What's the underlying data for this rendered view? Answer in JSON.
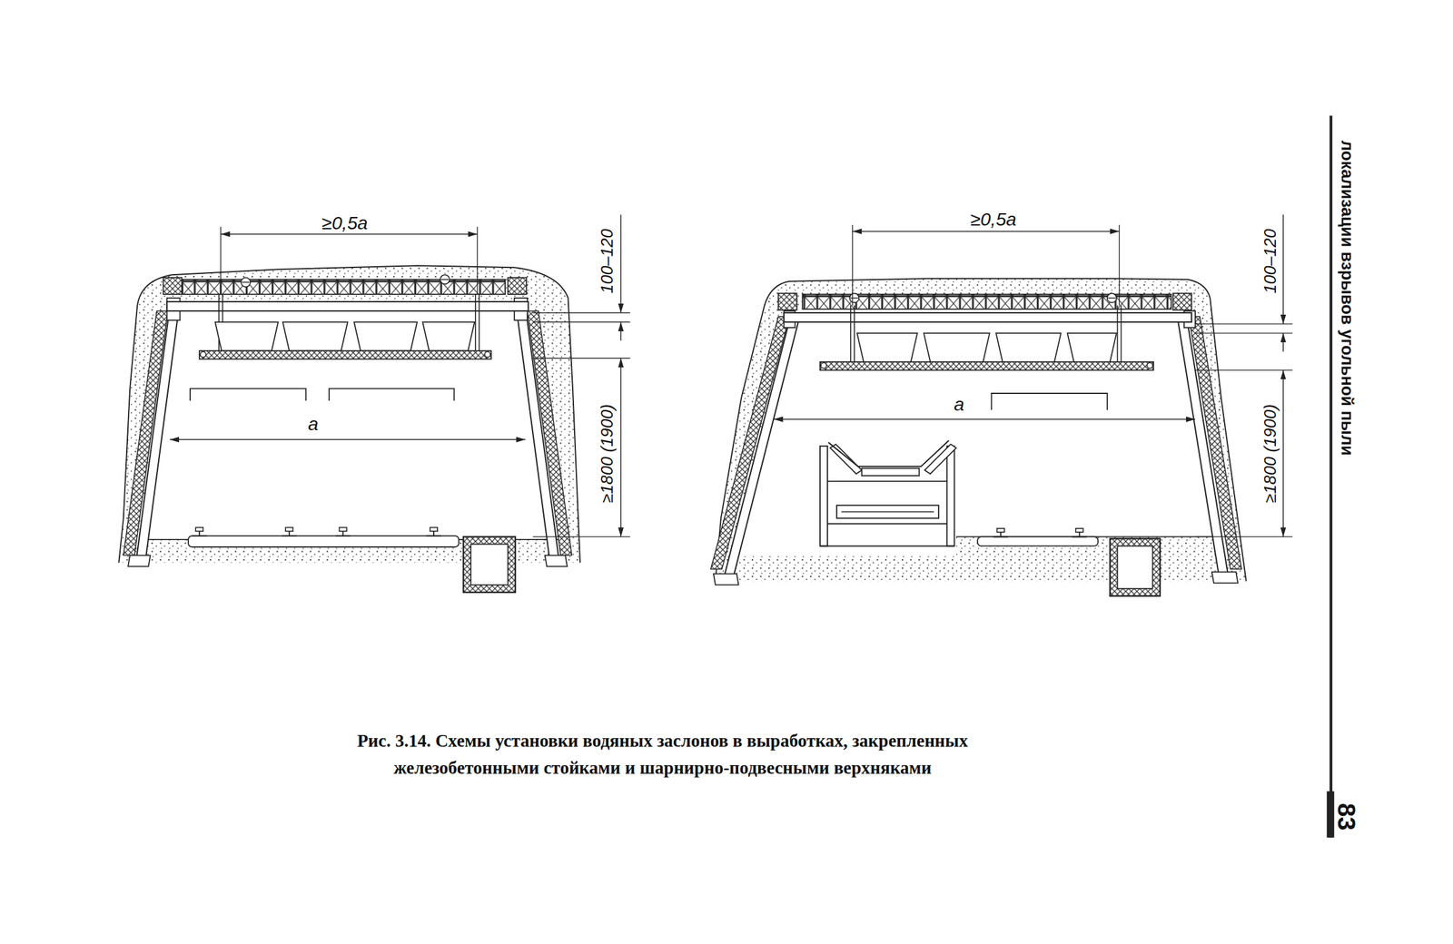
{
  "diagram": {
    "caption": "Рис. 3.14. Схемы установки водяных заслонов в выработках, закрепленных железобетонными стойками и шарнирно-подвесными верхняками",
    "labels": [
      "≥0,5a",
      "100–120",
      "a",
      "≥1800 (1900)",
      "≥0,5a",
      "100–120",
      "a",
      "≥1800 (1900)",
      "локализации взрывов угольной пыли",
      "83"
    ]
  }
}
